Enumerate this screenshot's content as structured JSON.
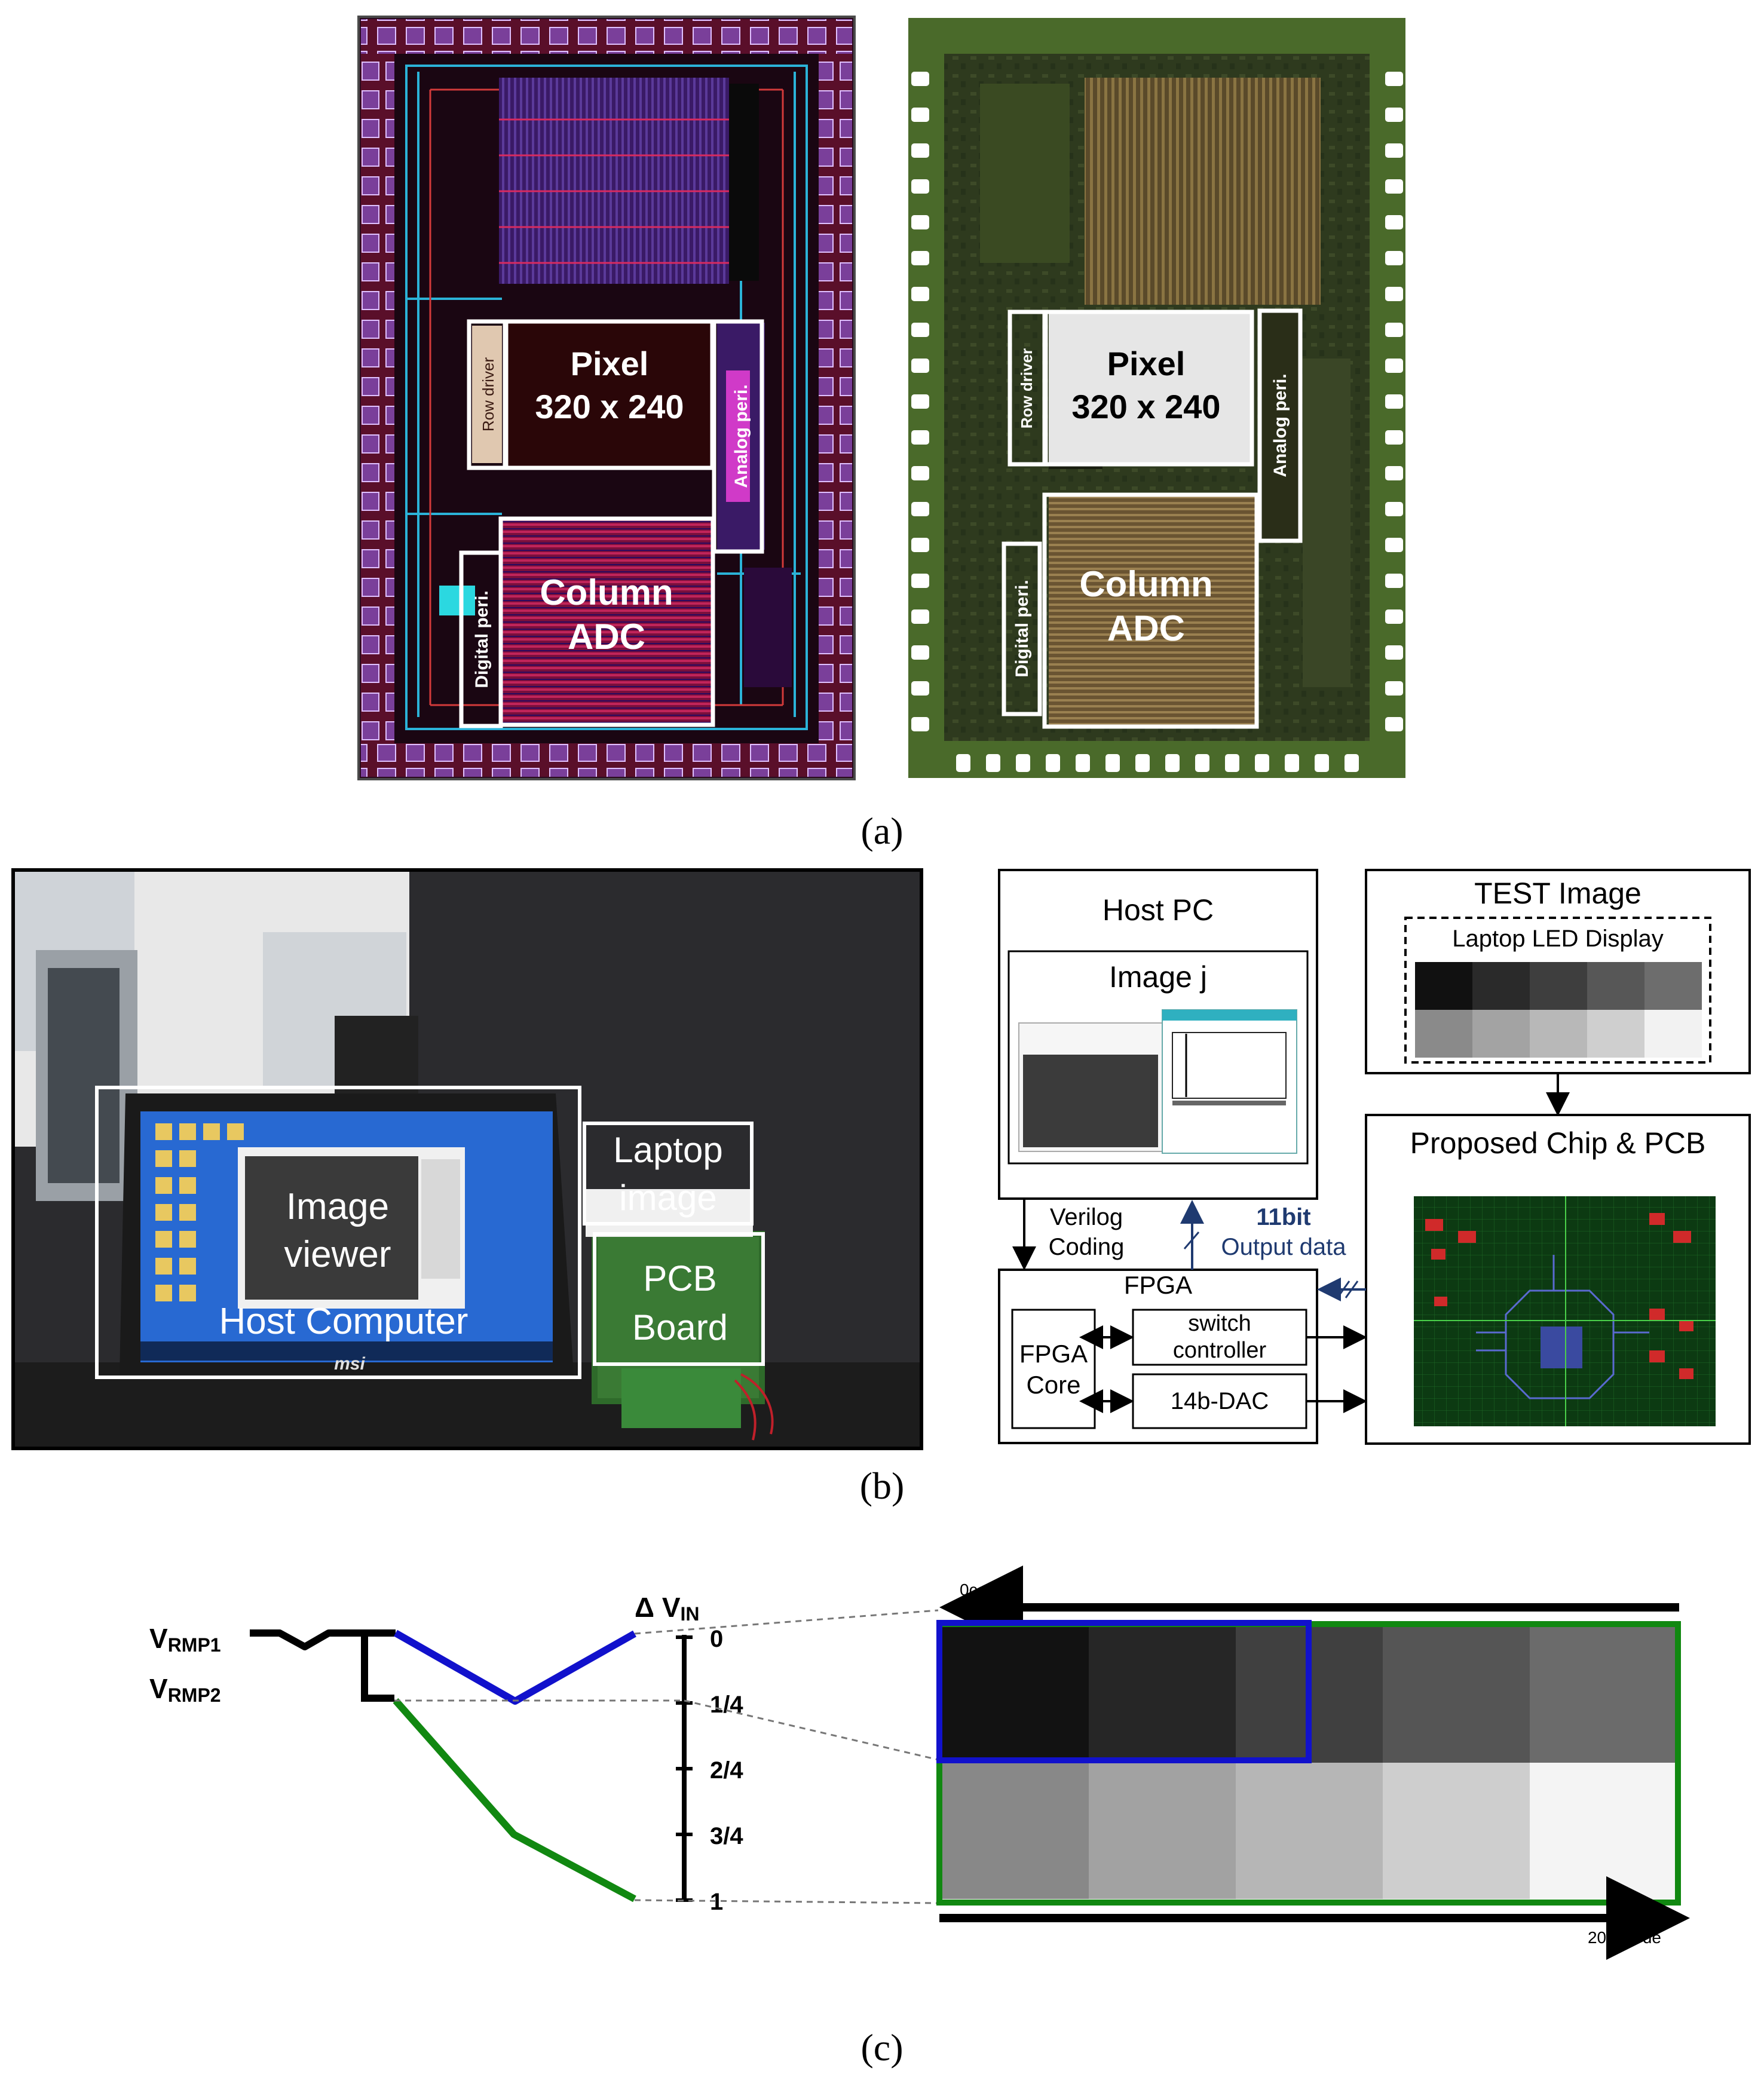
{
  "panel_a": {
    "caption": "(a)",
    "layout_chip": {
      "pixel_label_1": "Pixel",
      "pixel_label_2": "320 x 240",
      "row_driver": "Row driver",
      "analog_peri": "Analog peri.",
      "column_adc_1": "Column",
      "column_adc_2": "ADC",
      "digital_peri": "Digital peri."
    },
    "photo_chip": {
      "pixel_label_1": "Pixel",
      "pixel_label_2": "320 x 240",
      "row_driver": "Row driver",
      "analog_peri": "Analog peri.",
      "column_adc_1": "Column",
      "column_adc_2": "ADC",
      "digital_peri": "Digital peri."
    }
  },
  "panel_b": {
    "caption": "(b)",
    "photo": {
      "image_viewer_1": "Image",
      "image_viewer_2": "viewer",
      "host_computer": "Host Computer",
      "laptop_image_1": "Laptop",
      "laptop_image_2": "image",
      "pcb_board_1": "PCB",
      "pcb_board_2": "Board",
      "brand": "msi"
    },
    "block": {
      "host_pc": "Host PC",
      "image_j": "Image j",
      "test_image": "TEST Image",
      "laptop_led_display": "Laptop LED Display",
      "proposed_chip": "Proposed Chip & PCB",
      "verilog_1": "Verilog",
      "verilog_2": "Coding",
      "data_1": "11bit",
      "data_2": "Output data",
      "fpga": "FPGA",
      "fpga_core_1": "FPGA",
      "fpga_core_2": "Core",
      "switch_1": "switch",
      "switch_2": "controller",
      "dac": "14b-DAC"
    },
    "gray_levels_top": [
      "#111111",
      "#2a2a2a",
      "#3e3e3e",
      "#575757",
      "#6d6d6d"
    ],
    "gray_levels_bottom": [
      "#8a8a8a",
      "#a3a3a3",
      "#b8b8b8",
      "#cfcfcf",
      "#f2f2f2"
    ]
  },
  "panel_c": {
    "caption": "(c)",
    "vrmp1_main": "V",
    "vrmp1_sub": "RMP1",
    "vrmp2_main": "V",
    "vrmp2_sub": "RMP2",
    "delta_vin_main": "Δ V",
    "delta_vin_sub": "IN",
    "scale_ticks": [
      "0",
      "1/4",
      "2/4",
      "3/4",
      "1"
    ],
    "code_start": "0code",
    "code_end": "2047code",
    "colors": {
      "blue": "#1111cc",
      "green": "#118811"
    },
    "gray_levels_top": [
      "#121212",
      "#262626",
      "#404040",
      "#555555",
      "#6b6b6b"
    ],
    "gray_levels_bottom": [
      "#888888",
      "#a2a2a2",
      "#b6b6b6",
      "#cecece",
      "#f4f4f4"
    ]
  }
}
